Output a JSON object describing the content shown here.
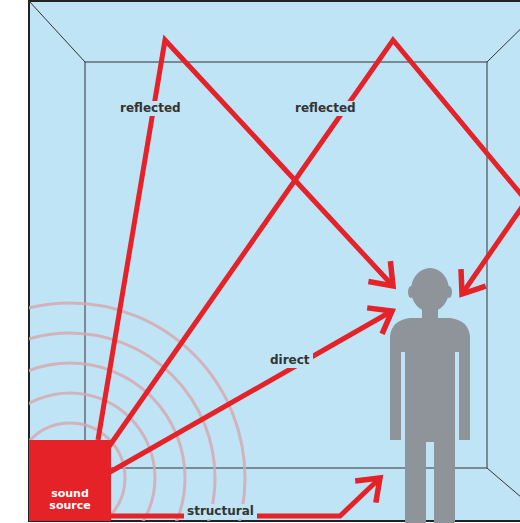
{
  "diagram": {
    "nodes": [
      {
        "text": [
          "sound source"
        ]
      }
    ],
    "labels": [
      "reflected",
      "reflected",
      "direct",
      "structural"
    ]
  }
}
